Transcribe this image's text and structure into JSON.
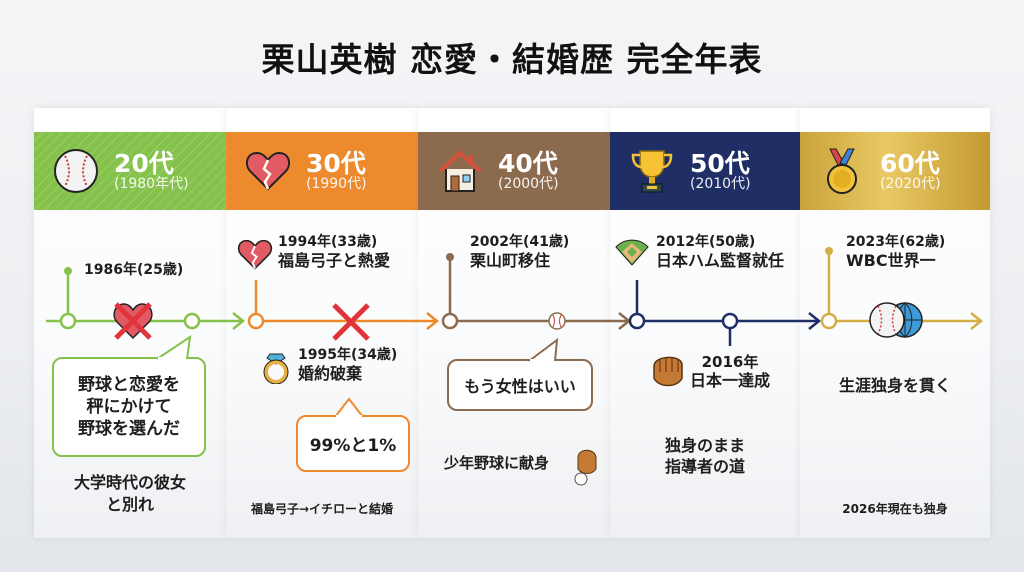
{
  "title": "栗山英樹 恋愛・結婚歴 完全年表",
  "colors": {
    "green": "#85c24b",
    "orange": "#ee8a2e",
    "brown": "#8c6a4e",
    "navy": "#1f2f66",
    "gold": "#d4ae45",
    "cross_red": "#e0343a"
  },
  "periods": [
    {
      "decade": "20代",
      "years": "(1980年代)",
      "icon": "baseball-icon"
    },
    {
      "decade": "30代",
      "years": "(1990代)",
      "icon": "broken-heart-icon"
    },
    {
      "decade": "40代",
      "years": "(2000代)",
      "icon": "house-icon"
    },
    {
      "decade": "50代",
      "years": "(2010代)",
      "icon": "trophy-icon"
    },
    {
      "decade": "60代",
      "years": "(2020代)",
      "icon": "medal-icon"
    }
  ],
  "events": {
    "e1986": {
      "year": "1986年(25歳)"
    },
    "e1994": {
      "year": "1994年(33歳)",
      "text": "福島弓子と熱愛",
      "icon": "broken-heart-icon"
    },
    "e1995": {
      "year": "1995年(34歳)",
      "text": "婚約破棄",
      "icon": "ring-icon"
    },
    "e2002": {
      "year": "2002年(41歳)",
      "text": "栗山町移住"
    },
    "e2012": {
      "year": "2012年(50歳)",
      "text": "日本ハム監督就任",
      "icon": "baseball-field-icon"
    },
    "e2016": {
      "year": "2016年",
      "text": "日本一達成",
      "icon": "glove-icon"
    },
    "e2023": {
      "year": "2023年(62歳)",
      "text": "WBC世界一",
      "icon": "baseball-globe-icon"
    }
  },
  "bubbles": {
    "b1": {
      "lines": [
        "野球と恋愛を",
        "秤にかけて",
        "野球を選んだ"
      ]
    },
    "b2": {
      "text": "99%と1%"
    },
    "b3": {
      "text": "もう女性はいい"
    }
  },
  "notes": {
    "n1": {
      "lines": [
        "大学時代の彼女",
        "と別れ"
      ]
    },
    "n2": {
      "text": "福島弓子→イチローと結婚"
    },
    "n3": {
      "text": "少年野球に献身"
    },
    "n4": {
      "lines": [
        "独身のまま",
        "指導者の道"
      ]
    },
    "n5": {
      "text": "生涯独身を貫く"
    },
    "n6": {
      "text": "2026年現在も独身"
    }
  }
}
